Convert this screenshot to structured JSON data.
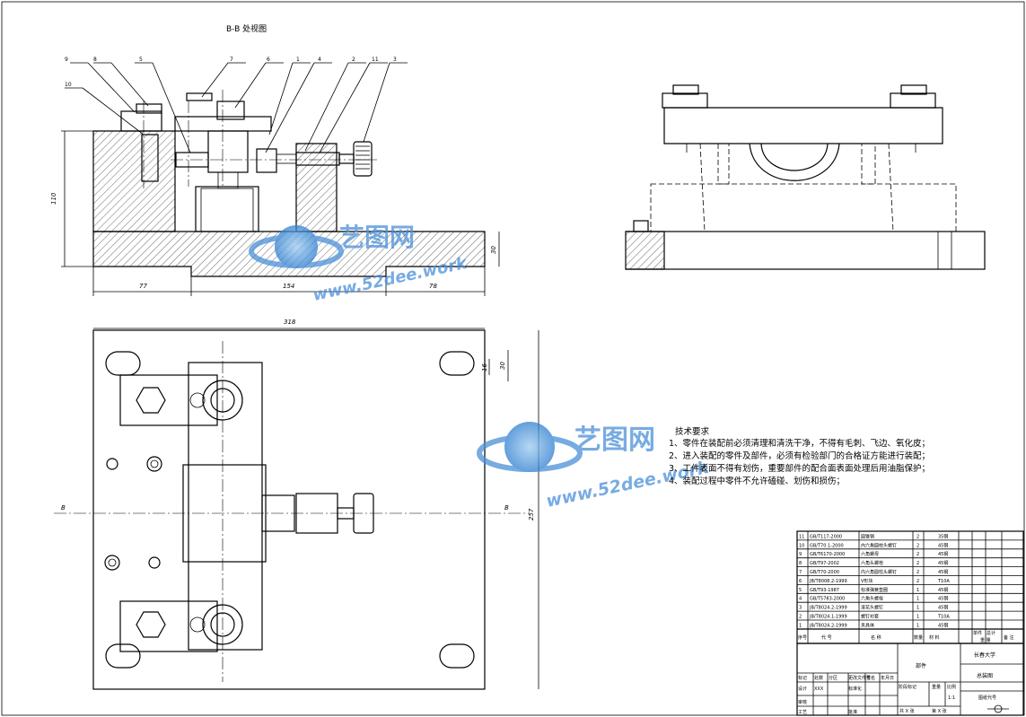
{
  "view_title": "B-B 处视图",
  "section_label": "B",
  "part_callouts": [
    "9",
    "8",
    "5",
    "7",
    "6",
    "1",
    "4",
    "2",
    "11",
    "3",
    "10"
  ],
  "dimensions": {
    "height": "110",
    "base_h": "30",
    "left": "77",
    "mid": "154",
    "right": "78",
    "width_total": "318",
    "height_total": "257",
    "slot_a": "30",
    "slot_b": "16"
  },
  "watermark": {
    "logo": "艺图网",
    "url": "www.52dee.work"
  },
  "tech_requirements": {
    "title": "技术要求",
    "items": [
      "1、零件在装配前必须清理和清洗干净，不得有毛刺、飞边、氧化皮；",
      "2、进入装配的零件及部件，必须有检验部门的合格证方能进行装配；",
      "3、工件表面不得有划伤，重要部件的配合面表面处理后用油脂保护；",
      "4、装配过程中零件不允许磕碰、划伤和损伤；"
    ]
  },
  "bom": {
    "rows": [
      {
        "no": "11",
        "code": "GB/T117-2000",
        "name": "圆锥销",
        "qty": "2",
        "mat": "35钢"
      },
      {
        "no": "10",
        "code": "GB/T70.1-2000",
        "name": "内六角圆柱头螺钉",
        "qty": "2",
        "mat": "45钢"
      },
      {
        "no": "9",
        "code": "GB/T6170-2000",
        "name": "六角螺母",
        "qty": "2",
        "mat": "45钢"
      },
      {
        "no": "8",
        "code": "GB/T97-2002",
        "name": "六角头螺栓",
        "qty": "2",
        "mat": "45钢"
      },
      {
        "no": "7",
        "code": "GB/T70-2000",
        "name": "内六角圆柱头螺钉",
        "qty": "2",
        "mat": "45钢"
      },
      {
        "no": "6",
        "code": "JB/T8008.2-1999",
        "name": "V形块",
        "qty": "2",
        "mat": "T10A"
      },
      {
        "no": "5",
        "code": "GB/T93-1987",
        "name": "标准弹簧垫圈",
        "qty": "1",
        "mat": "45钢"
      },
      {
        "no": "4",
        "code": "GB/T5783-2000",
        "name": "六角头螺栓",
        "qty": "1",
        "mat": "45钢"
      },
      {
        "no": "3",
        "code": "JB/T8024.2-1999",
        "name": "滚花头螺钉",
        "qty": "1",
        "mat": "45钢"
      },
      {
        "no": "2",
        "code": "JB/T8024.1-1999",
        "name": "螺钉衬套",
        "qty": "1",
        "mat": "T10A"
      },
      {
        "no": "1",
        "code": "JB/T8024.2-1999",
        "name": "夹具体",
        "qty": "1",
        "mat": "45钢"
      }
    ],
    "header": {
      "no": "序号",
      "code": "代  号",
      "name": "名  称",
      "qty": "数量",
      "mat": "材  料",
      "unit": "单件",
      "total": "总计",
      "weight": "重  量",
      "remark": "备  注"
    }
  },
  "title_block": {
    "drawing_name": "总装图",
    "part_label": "部件",
    "school": "长春大学",
    "scale_label": "比例",
    "scale": "1:1",
    "stage_label": "阶段标记",
    "weight_label": "重量",
    "sheet_total": "共 X 张",
    "sheet_no": "第 X 张",
    "drawing_no_label": "图纸代号",
    "design_label": "设计",
    "designer": "XXX",
    "mark_label": "标记",
    "count_label": "处数",
    "zone_label": "分区",
    "change_label": "更改文件号",
    "sign_label": "签名",
    "date_label": "年月日",
    "std_label": "标准化",
    "review_label": "审核",
    "process_label": "工艺",
    "approve_label": "批准"
  }
}
